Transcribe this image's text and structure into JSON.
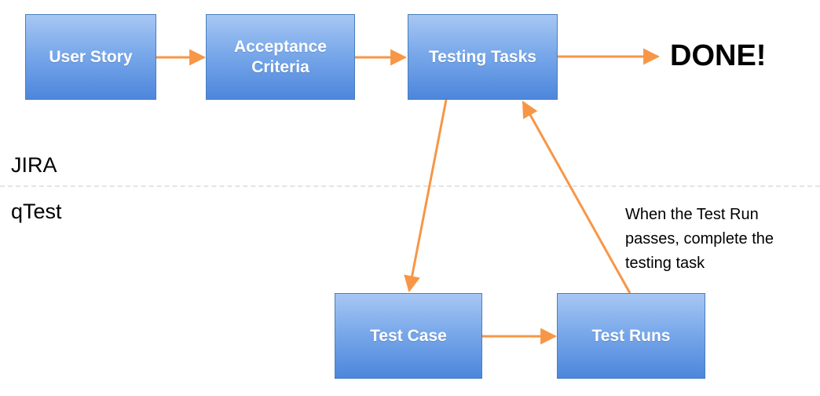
{
  "nodes": {
    "user_story": "User Story",
    "acceptance_line1": "Acceptance",
    "acceptance_line2": "Criteria",
    "testing_tasks": "Testing Tasks",
    "test_case": "Test Case",
    "test_runs": "Test Runs"
  },
  "done": "DONE!",
  "sections": {
    "upper": "JIRA",
    "lower": "qTest"
  },
  "note": {
    "line1": "When the Test Run",
    "line2": "passes, complete the",
    "line3": "testing task"
  },
  "colors": {
    "arrow": "#f79646",
    "box_top": "#a7c7f4",
    "box_bottom": "#4d86dc",
    "box_border": "#4a7ebb",
    "divider": "#e4e4e4"
  }
}
